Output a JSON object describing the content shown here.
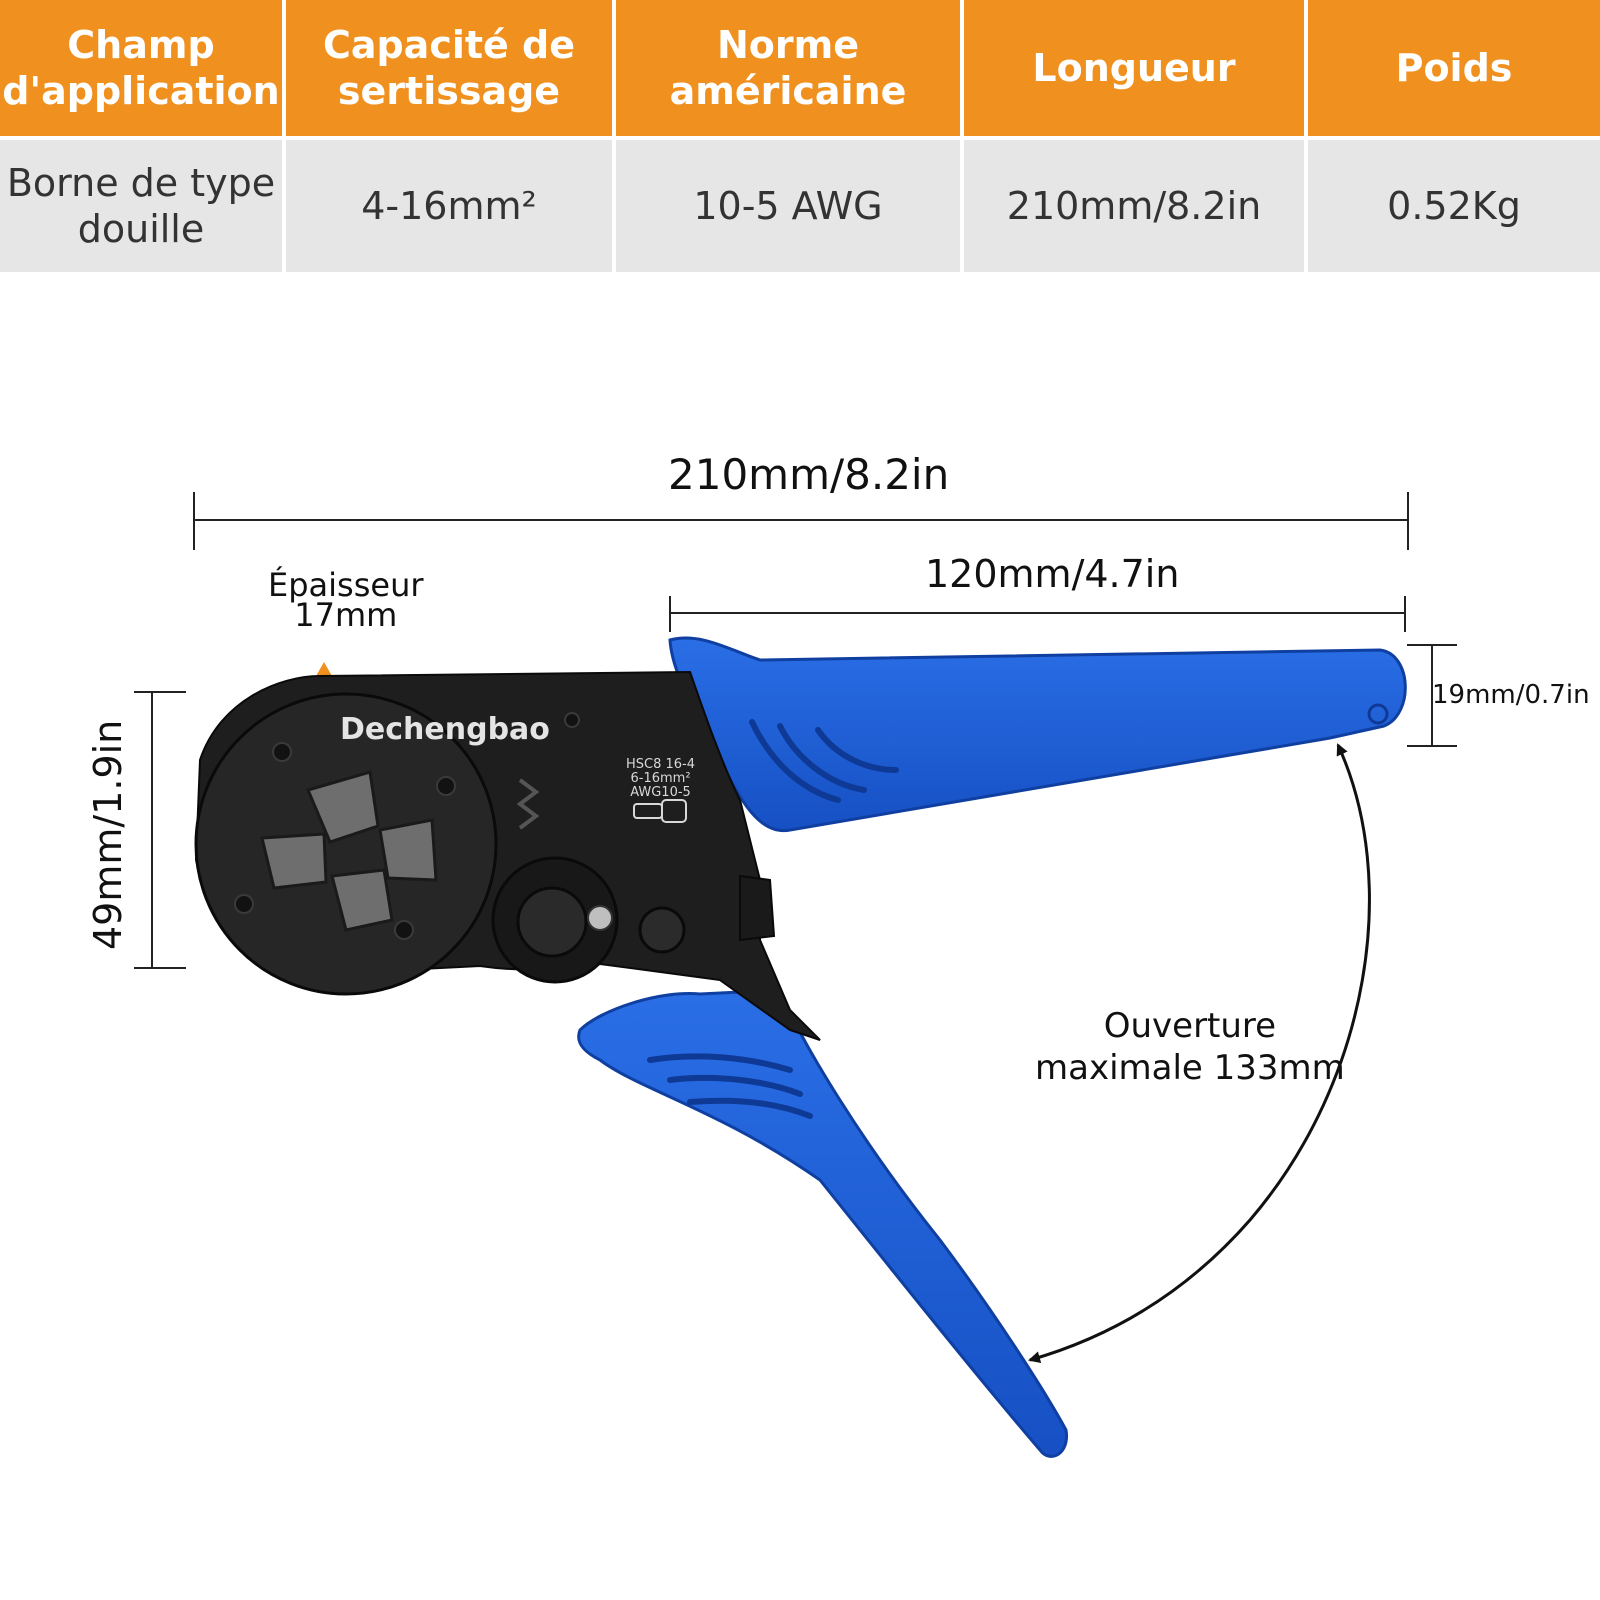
{
  "spec_table": {
    "headers": [
      "Champ d'application",
      "Capacité de sertissage",
      "Norme américaine",
      "Longueur",
      "Poids"
    ],
    "values": [
      "Borne de type douille",
      "4-16mm²",
      "10-5 AWG",
      "210mm/8.2in",
      "0.52Kg"
    ]
  },
  "dimensions": {
    "total_length": "210mm/8.2in",
    "handle_length": "120mm/4.7in",
    "thickness_label": "Épaisseur",
    "thickness_value": "17mm",
    "grip_width": "19mm/0.7in",
    "head_height": "49mm/1.9in",
    "opening_line1": "Ouverture",
    "opening_line2": "maximale 133mm"
  },
  "tool": {
    "brand": "Dechengbao",
    "model_line1": "HSC8 16-4",
    "model_line2": "6-16mm²",
    "model_line3": "AWG10-5"
  },
  "colors": {
    "header_orange": "#f0901f",
    "row_grey": "#e6e6e6",
    "handle_blue": "#1f5ed6",
    "tool_black": "#1e1e1e"
  }
}
